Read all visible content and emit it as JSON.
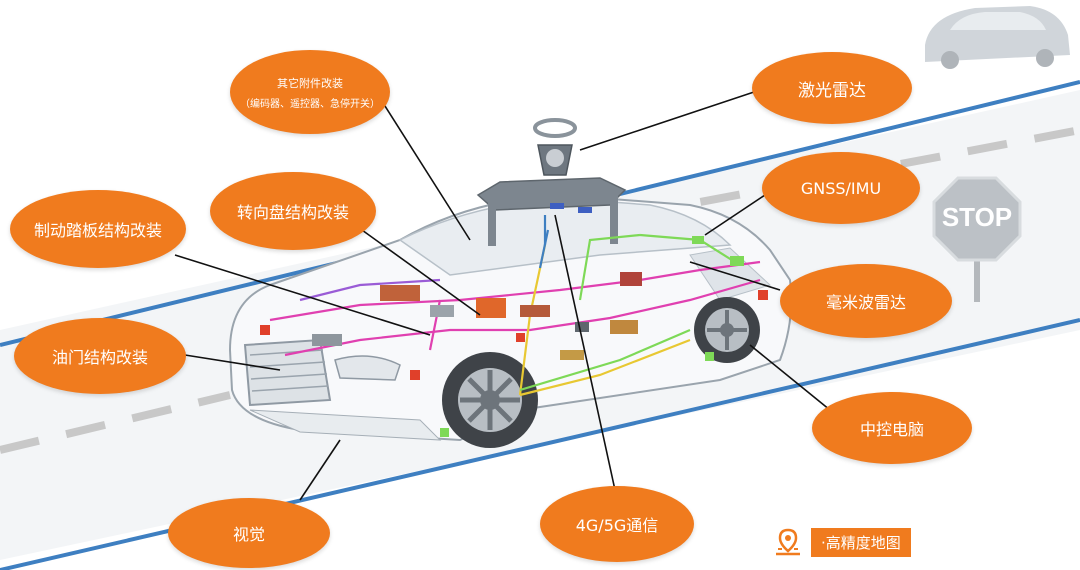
{
  "colors": {
    "bubble": "#f07b1e",
    "road_line": "#3e7fc1",
    "dash": "#c8c8c8",
    "harness_pink": "#e040b0",
    "harness_yellow": "#e8c832",
    "harness_green": "#7ed957",
    "harness_purple": "#9a5cd6"
  },
  "labels": {
    "accessories": {
      "line1": "其它附件改装",
      "line2": "（编码器、遥控器、急停开关）"
    },
    "lidar": "激光雷达",
    "gnss": "GNSS/IMU",
    "mmwave": "毫米波雷达",
    "central_computer": "中控电脑",
    "comm": "4G/5G通信",
    "vision": "视觉",
    "throttle": "油门结构改装",
    "brake": "制动踏板结构改装",
    "steering": "转向盘结构改装"
  },
  "legend": {
    "icon": "map-pin-icon",
    "text": "·高精度地图"
  },
  "stop_sign": {
    "text": "STOP"
  }
}
